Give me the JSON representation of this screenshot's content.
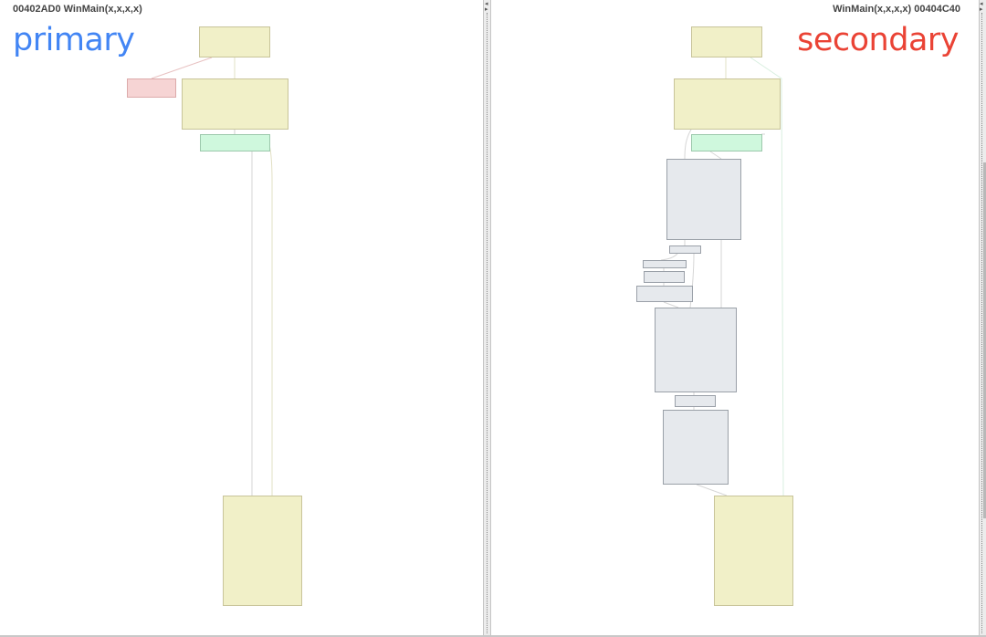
{
  "primary_pane": {
    "title": "00402AD0 WinMain(x,x,x,x)",
    "label": "primary",
    "label_color": "#4285f4"
  },
  "secondary_pane": {
    "title": "WinMain(x,x,x,x) 00404C40",
    "label": "secondary",
    "label_color": "#ea4335"
  },
  "block_colors": {
    "matched": "#f1f0c8",
    "unmatched_primary": "#f6d4d4",
    "matched_identical": "#cff8dd",
    "unmatched_secondary": "#e6e9ed"
  }
}
